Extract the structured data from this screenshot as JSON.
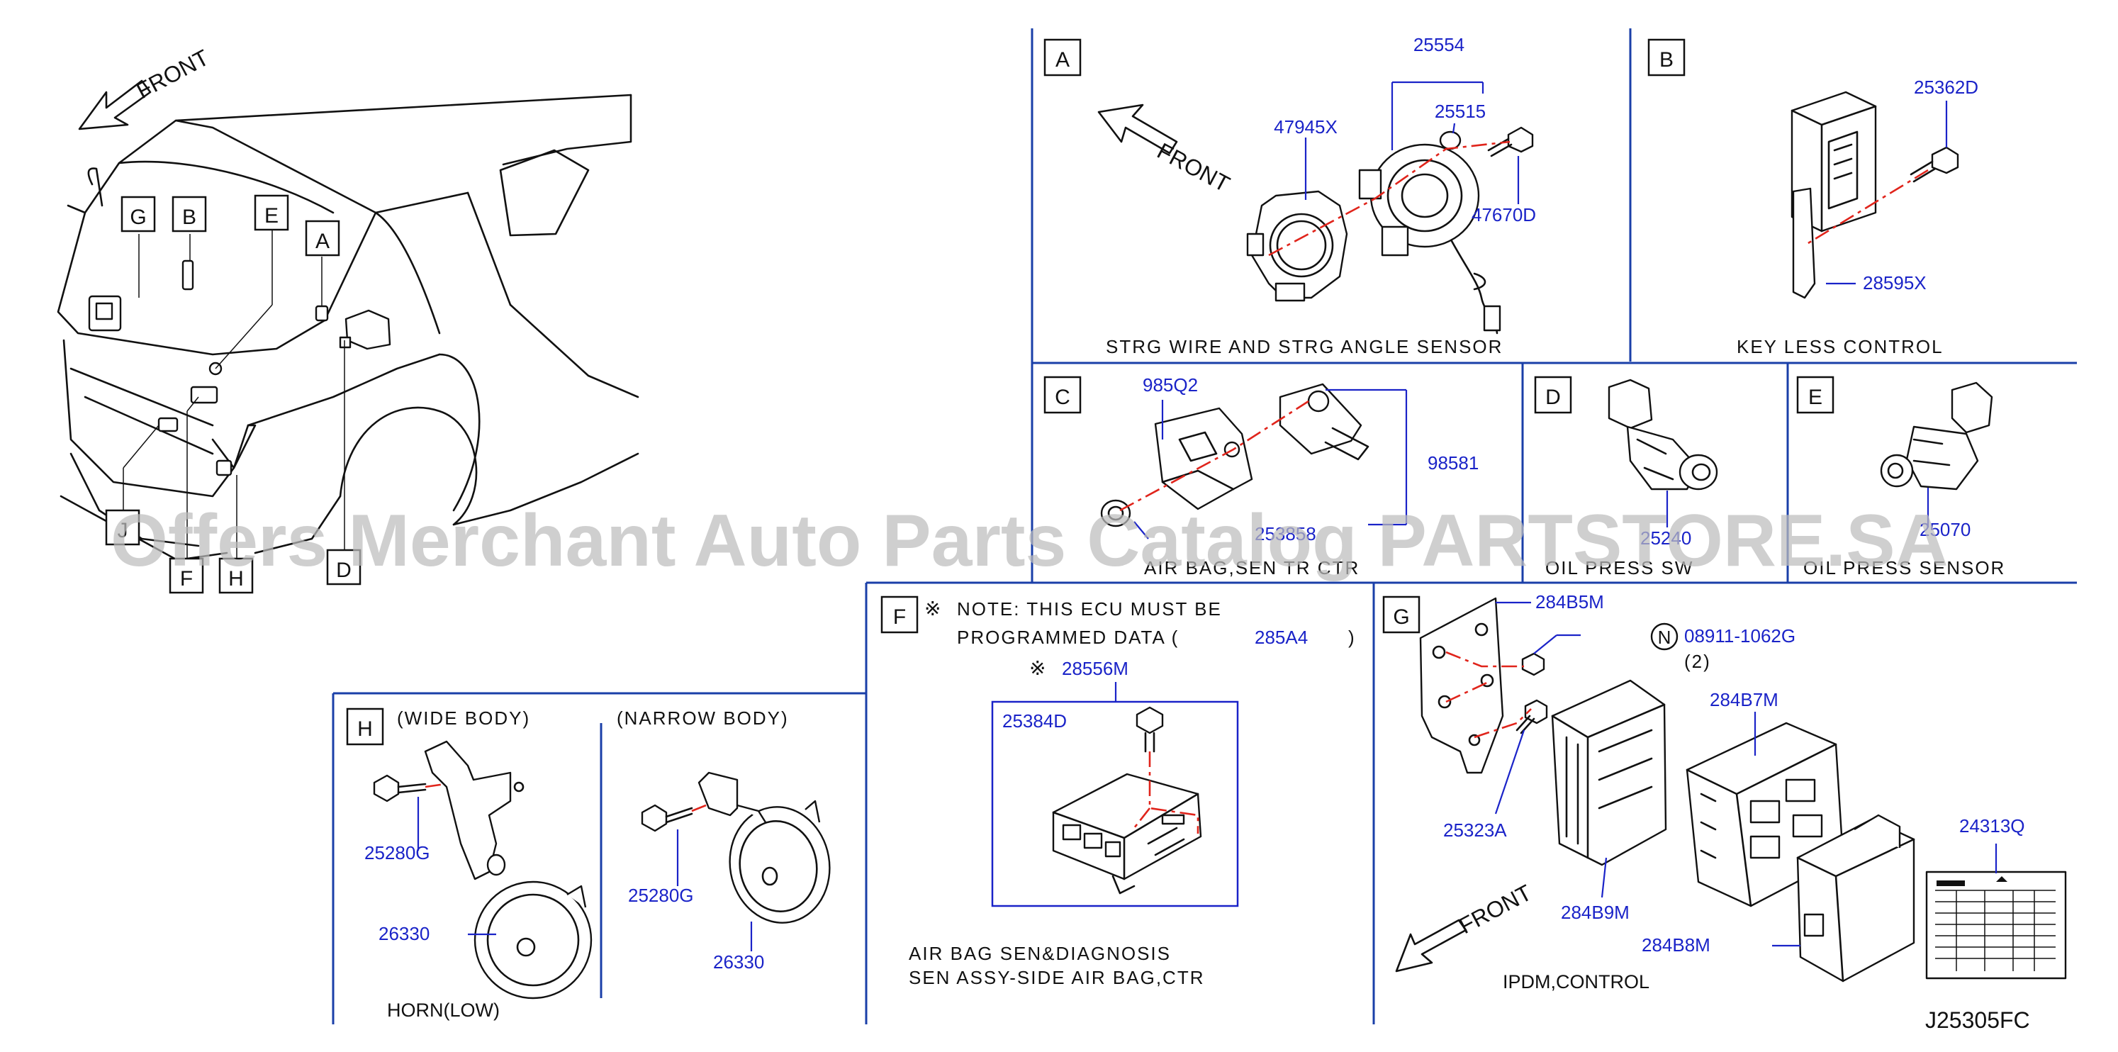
{
  "overview": {
    "front": "FRONT",
    "letters": [
      "G",
      "B",
      "E",
      "A",
      "F",
      "H",
      "D"
    ],
    "bottom_left_letter": "J"
  },
  "panels": {
    "A": {
      "letter": "A",
      "caption": "STRG  WIRE  AND  STRG  ANGLE  SENSOR",
      "front": "FRONT",
      "parts": {
        "p1": "25554",
        "p2": "25515",
        "p3": "47945X",
        "p4": "47670D"
      }
    },
    "B": {
      "letter": "B",
      "caption": "KEY  LESS  CONTROL",
      "parts": {
        "p1": "25362D",
        "p2": "28595X"
      }
    },
    "C": {
      "letter": "C",
      "caption": "AIR  BAG,SEN  TR  CTR",
      "parts": {
        "p1": "985Q2",
        "p2": "98581",
        "p3": "253858"
      }
    },
    "D": {
      "letter": "D",
      "caption": "OIL  PRESS  SW",
      "parts": {
        "p1": "25240"
      }
    },
    "E": {
      "letter": "E",
      "caption": "OIL  PRESS  SENSOR",
      "parts": {
        "p1": "25070"
      }
    },
    "F": {
      "letter": "F",
      "note_mark": "※",
      "note_line1": "NOTE:  THIS  ECU  MUST  BE",
      "note_line2": "PROGRAMMED  DATA  (",
      "note_pn": "285A4",
      "note_close": ")",
      "parts": {
        "p1": "28556M",
        "p2": "25384D"
      },
      "caption1": "AIR  BAG  SEN&DIAGNOSIS",
      "caption2": "SEN  ASSY-SIDE  AIR  BAG,CTR"
    },
    "G": {
      "letter": "G",
      "caption": "IPDM,CONTROL",
      "front": "FRONT",
      "n_mark": "N",
      "parts": {
        "p1": "284B5M",
        "p2": "08911-1062G",
        "p2q": "(2)",
        "p3": "284B7M",
        "p4": "25323A",
        "p5": "284B9M",
        "p6": "284B8M",
        "p7": "24313Q"
      }
    },
    "H": {
      "letter": "H",
      "wide": "(WIDE  BODY)",
      "narrow": "(NARROW  BODY)",
      "caption": "HORN(LOW)",
      "parts": {
        "p1": "25280G",
        "p2": "26330",
        "p3": "25280G",
        "p4": "26330"
      }
    }
  },
  "diagram_code": "J25305FC",
  "watermark": "Offers Merchant Auto Parts Catalog PARTSTORE.SA"
}
